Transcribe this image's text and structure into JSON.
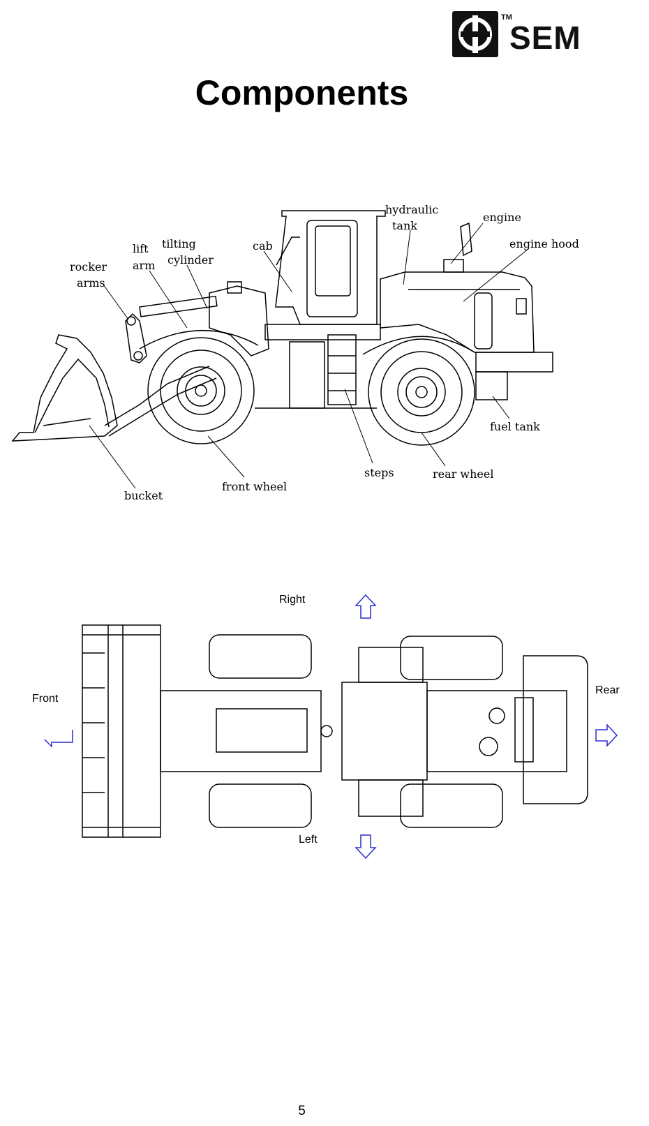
{
  "logo": {
    "brand": "SEM",
    "tm": "TM"
  },
  "title": "Components",
  "side_view": {
    "labels": {
      "rocker_arms_1": "rocker",
      "rocker_arms_2": "arms",
      "lift_arm_1": "lift",
      "lift_arm_2": "arm",
      "tilting_cylinder_1": "tilting",
      "tilting_cylinder_2": "cylinder",
      "cab": "cab",
      "hydraulic_tank_1": "hydraulic",
      "hydraulic_tank_2": "tank",
      "engine": "engine",
      "engine_hood": "engine hood",
      "fuel_tank": "fuel tank",
      "steps": "steps",
      "rear_wheel": "rear wheel",
      "front_wheel": "front wheel",
      "bucket": "bucket"
    }
  },
  "top_view": {
    "directions": {
      "right": "Right",
      "left": "Left",
      "front": "Front",
      "rear": "Rear"
    },
    "arrow_color": "#2b2bcf"
  },
  "page_number": "5"
}
